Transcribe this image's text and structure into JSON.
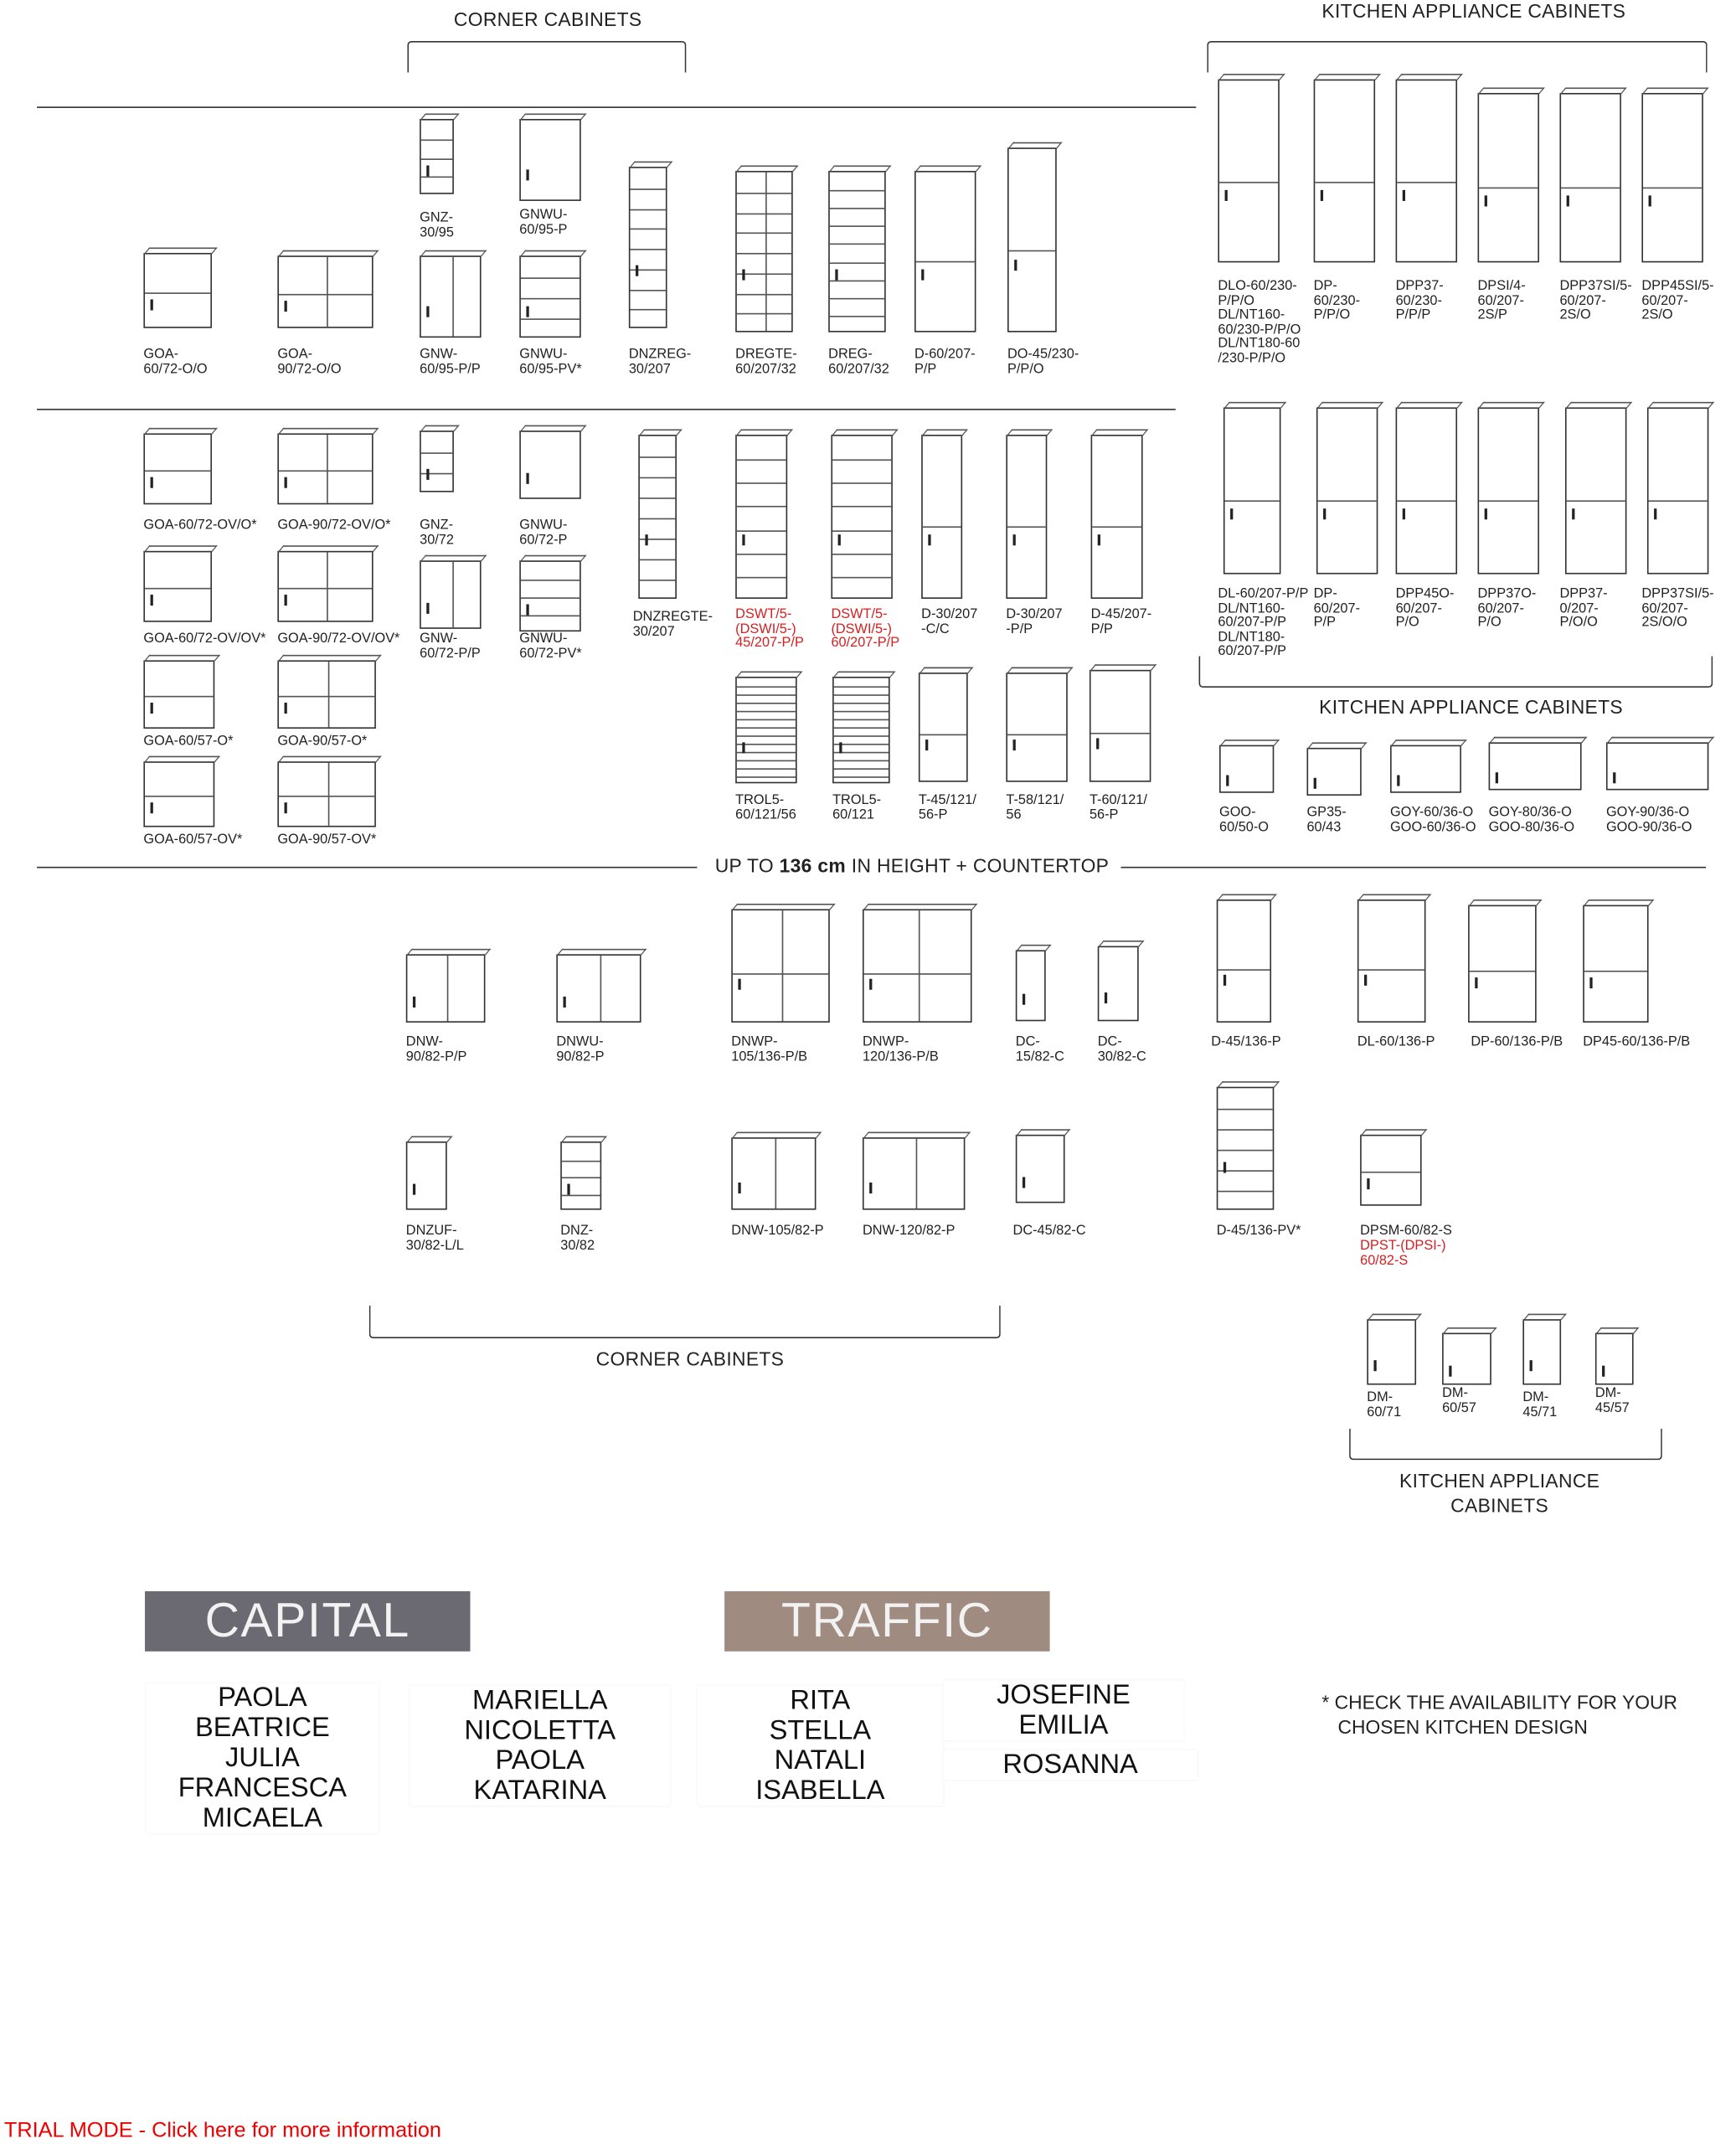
{
  "headings": {
    "corner_top": "CORNER CABINETS",
    "appliance_top": "KITCHEN APPLIANCE CABINETS",
    "appliance_mid": "KITCHEN APPLIANCE CABINETS",
    "height_prefix": "UP TO ",
    "height_value": "136 cm",
    "height_suffix": " IN HEIGHT + COUNTERTOP",
    "corner_bottom": "CORNER CABINETS",
    "appliance_bottom": "KITCHEN APPLIANCE\nCABINETS"
  },
  "items": [
    {
      "label": "GOA-\n60/72-O/O"
    },
    {
      "label": "GOA-\n90/72-O/O"
    },
    {
      "label": "GNZ-\n30/95"
    },
    {
      "label": "GNWU-\n60/95-P"
    },
    {
      "label": "GNW-\n60/95-P/P"
    },
    {
      "label": "GNWU-\n60/95-PV*"
    },
    {
      "label": "DNZREG-\n30/207"
    },
    {
      "label": "DREGTE-\n60/207/32"
    },
    {
      "label": "DREG-\n60/207/32"
    },
    {
      "label": "D-60/207-\nP/P"
    },
    {
      "label": "DO-45/230-\nP/P/O"
    },
    {
      "label": "DLO-60/230-\nP/P/O\nDL/NT160-\n60/230-P/P/O\nDL/NT180-60\n/230-P/P/O"
    },
    {
      "label": "DP-\n60/230-\nP/P/O"
    },
    {
      "label": "DPP37-\n60/230-\nP/P/P"
    },
    {
      "label": "DPSI/4-\n60/207-\n2S/P"
    },
    {
      "label": "DPP37SI/5-\n60/207-\n2S/O"
    },
    {
      "label": "DPP45SI/5-\n60/207-\n2S/O"
    },
    {
      "label": "GOA-60/72-OV/O*"
    },
    {
      "label": "GOA-90/72-OV/O*"
    },
    {
      "label": "GNZ-\n30/72"
    },
    {
      "label": "GNWU-\n60/72-P"
    },
    {
      "label": "GOA-60/72-OV/OV*"
    },
    {
      "label": "GOA-90/72-OV/OV*"
    },
    {
      "label": "GNW-\n60/72-P/P"
    },
    {
      "label": "GNWU-\n60/72-PV*"
    },
    {
      "label": "DNZREGTE-\n30/207"
    },
    {
      "label": "DSWT/5-\n(DSWI/5-)\n45/207-P/P",
      "color": "#d42020"
    },
    {
      "label": "DSWT/5-\n(DSWI/5-)\n60/207-P/P",
      "color": "#d42020"
    },
    {
      "label": "D-30/207\n-C/C"
    },
    {
      "label": "D-30/207\n-P/P"
    },
    {
      "label": "D-45/207-\nP/P"
    },
    {
      "label": "GOA-60/57-O*"
    },
    {
      "label": "GOA-90/57-O*"
    },
    {
      "label": "GOA-60/57-OV*"
    },
    {
      "label": "GOA-90/57-OV*"
    },
    {
      "label": "TROL5-\n60/121/56"
    },
    {
      "label": "TROL5-\n60/121"
    },
    {
      "label": "T-45/121/\n56-P"
    },
    {
      "label": "T-58/121/\n56"
    },
    {
      "label": "T-60/121/\n56-P"
    },
    {
      "label": "DL-60/207-P/P\nDL/NT160-\n60/207-P/P\nDL/NT180-\n60/207-P/P"
    },
    {
      "label": "DP-\n60/207-\nP/P"
    },
    {
      "label": "DPP45O-\n60/207-\nP/O"
    },
    {
      "label": "DPP37O-\n60/207-\nP/O"
    },
    {
      "label": "DPP37-\n0/207-\nP/O/O"
    },
    {
      "label": "DPP37SI/5-\n60/207-\n2S/O/O"
    },
    {
      "label": "GOO-\n60/50-O"
    },
    {
      "label": "GP35-\n60/43"
    },
    {
      "label": "GOY-60/36-O\nGOO-60/36-O"
    },
    {
      "label": "GOY-80/36-O\nGOO-80/36-O"
    },
    {
      "label": "GOY-90/36-O\nGOO-90/36-O"
    },
    {
      "label": "DNW-\n90/82-P/P"
    },
    {
      "label": "DNWU-\n90/82-P"
    },
    {
      "label": "DNWP-\n105/136-P/B"
    },
    {
      "label": "DNWP-\n120/136-P/B"
    },
    {
      "label": "DC-\n15/82-C"
    },
    {
      "label": "DC-\n30/82-C"
    },
    {
      "label": "D-45/136-P"
    },
    {
      "label": "DL-60/136-P"
    },
    {
      "label": "DP-60/136-P/B"
    },
    {
      "label": "DP45-60/136-P/B"
    },
    {
      "label": "DNZUF-\n30/82-L/L"
    },
    {
      "label": "DNZ-\n30/82"
    },
    {
      "label": "DNW-105/82-P"
    },
    {
      "label": "DNW-120/82-P"
    },
    {
      "label": "DC-45/82-C"
    },
    {
      "label": "D-45/136-PV*"
    },
    {
      "label": "DPSM-60/82-S",
      "sub": "DPST-(DPSI-)\n60/82-S",
      "sub_color": "#d42020"
    },
    {
      "label": "DM-\n60/71"
    },
    {
      "label": "DM-\n60/57"
    },
    {
      "label": "DM-\n45/71"
    },
    {
      "label": "DM-\n45/57"
    }
  ],
  "collections": {
    "capital": {
      "title": "CAPITAL",
      "color": "#6b6a72",
      "col1": "PAOLA\nBEATRICE\nJULIA\nFRANCESCA\nMICAELA",
      "col2": "MARIELLA\nNICOLETTA\nPAOLA\nKATARINA"
    },
    "traffic": {
      "title": "TRAFFIC",
      "color": "#a08b81",
      "col1": "RITA\nSTELLA\nNATALI\nISABELLA",
      "col2a": "JOSEFINE\nEMILIA",
      "col2b": "ROSANNA"
    }
  },
  "note": "* CHECK THE AVAILABILITY FOR YOUR\n   CHOSEN KITCHEN DESIGN",
  "trial": "TRIAL MODE - Click here for more information"
}
